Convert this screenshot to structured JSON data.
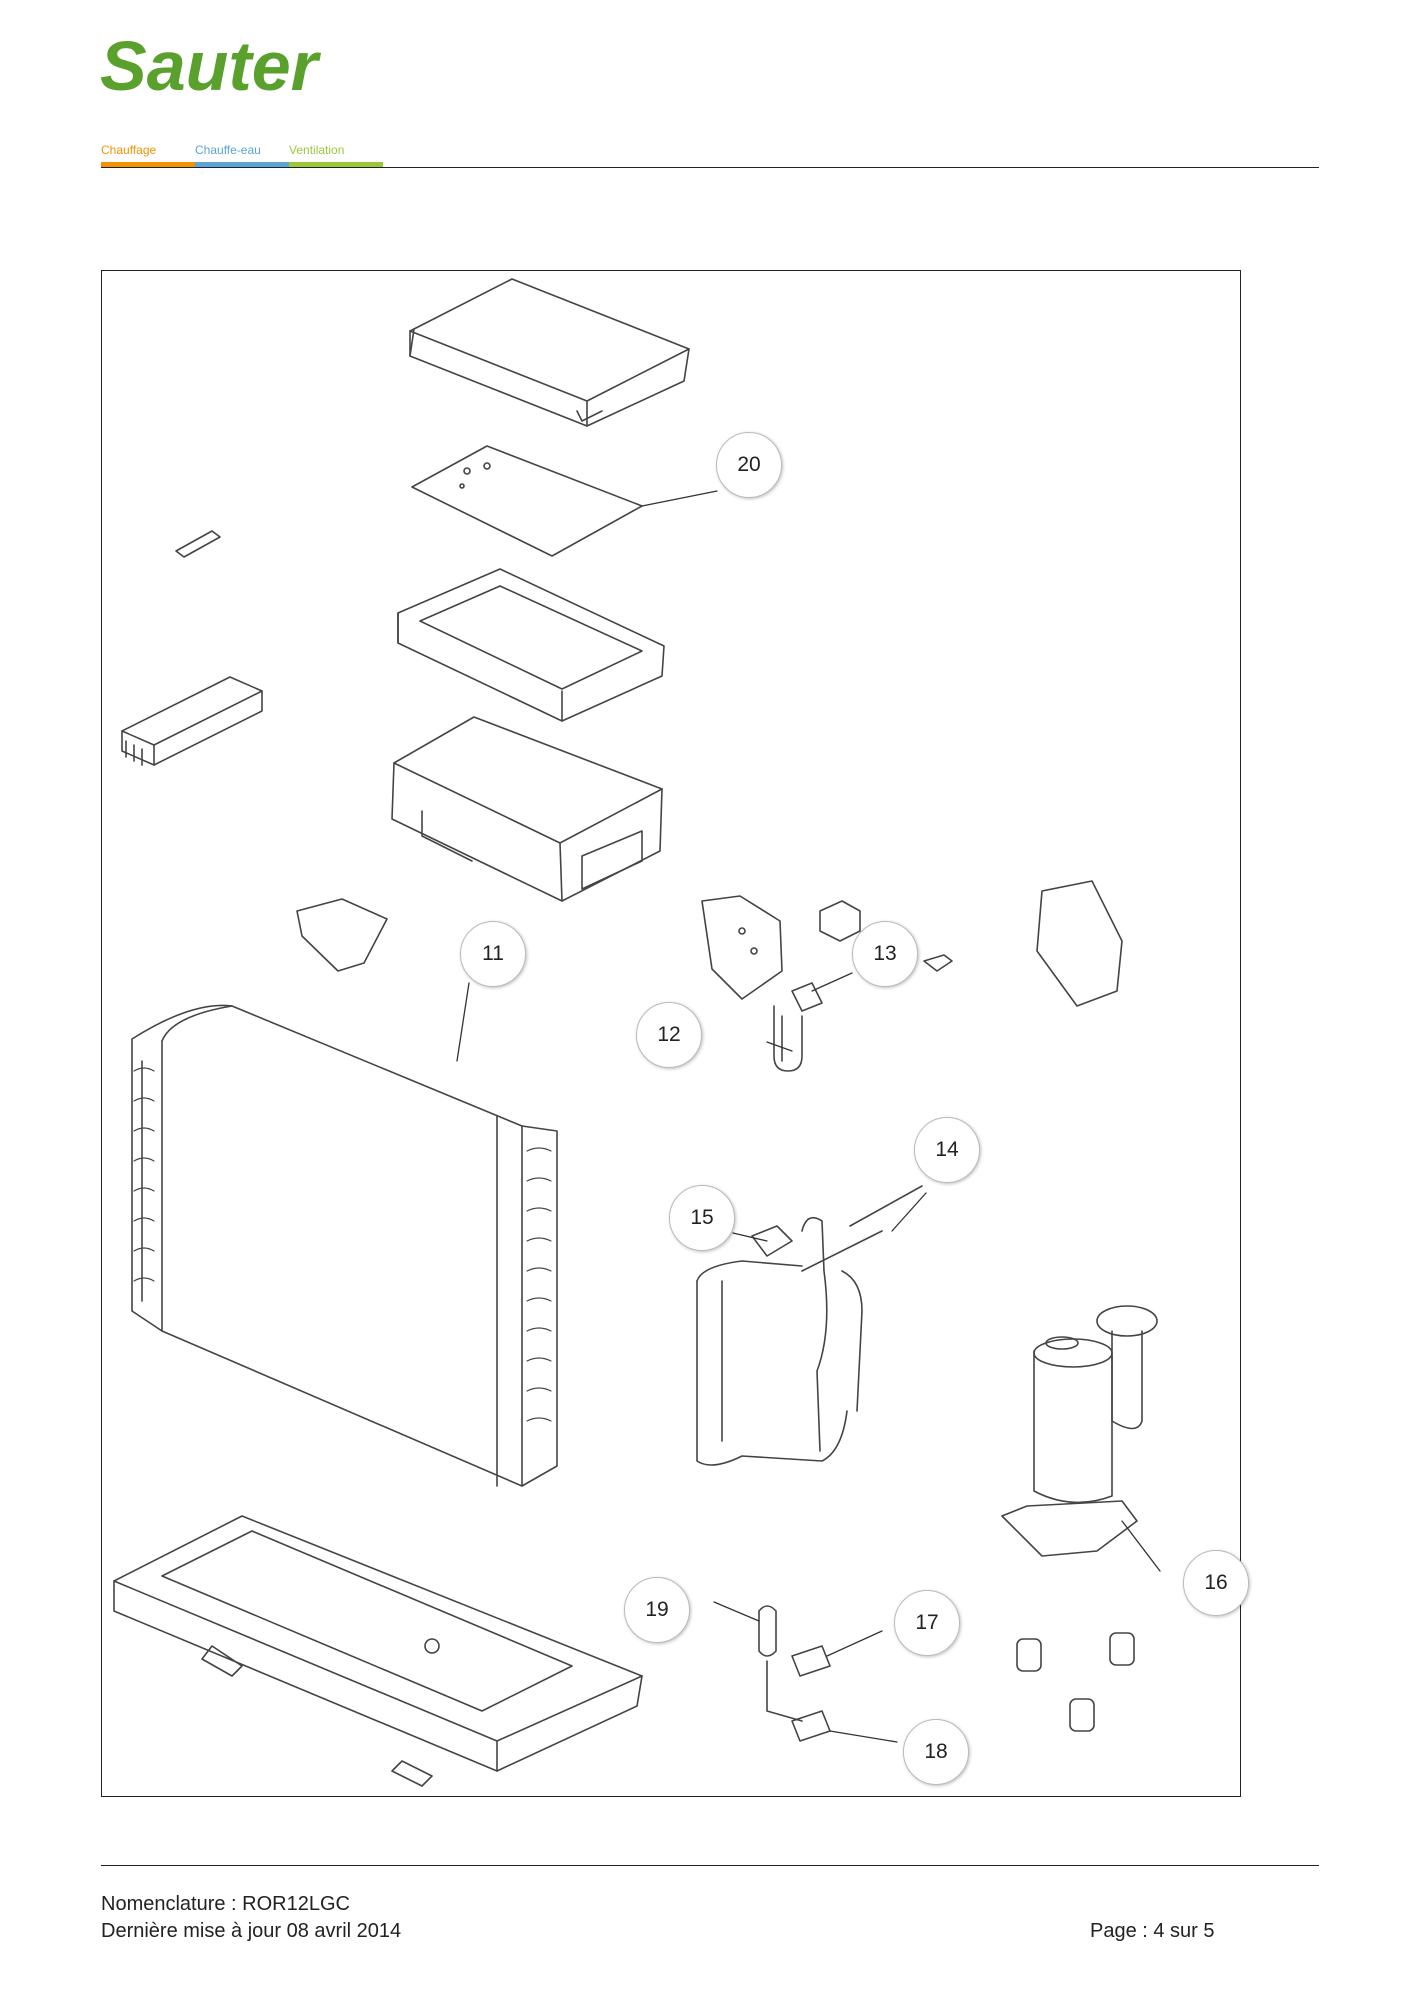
{
  "header": {
    "logo_text": "Sauter",
    "tagline": [
      {
        "label": "Chauffage",
        "color": "#f39200"
      },
      {
        "label": "Chauffe-eau",
        "color": "#5ba3d9"
      },
      {
        "label": "Ventilation",
        "color": "#9bc73b"
      }
    ],
    "brand_color": "#5aa02c"
  },
  "diagram": {
    "callouts": [
      "20",
      "11",
      "12",
      "13",
      "14",
      "15",
      "16",
      "17",
      "18",
      "19"
    ]
  },
  "footer": {
    "nomenclature": "Nomenclature : ROR12LGC",
    "updated": "Dernière mise à jour 08 avril 2014",
    "page": "Page : 4 sur 5"
  }
}
